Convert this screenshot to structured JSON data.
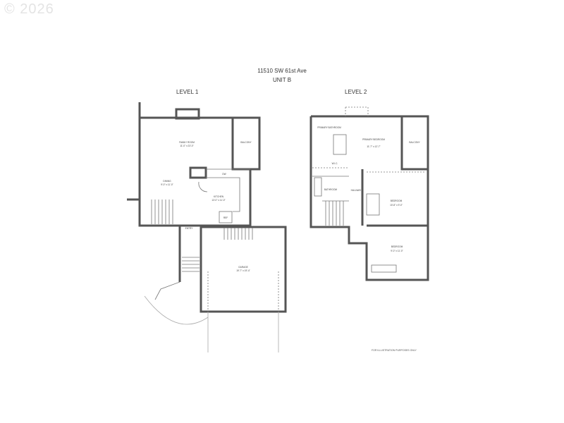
{
  "watermark": "© 2026",
  "header": {
    "address": "11510 SW 61st Ave",
    "unit": "UNIT B"
  },
  "levels": [
    {
      "title": "LEVEL 1",
      "rooms": [
        {
          "name": "FAMILY ROOM",
          "size": "11'-0\" x 23'-0\""
        },
        {
          "name": "BALCONY",
          "size": ""
        },
        {
          "name": "DINING",
          "size": "9'-0\" x 11'-0\""
        },
        {
          "name": "KITCHEN",
          "size": "13'-0\" x 11'-0\""
        },
        {
          "name": "DW",
          "size": ""
        },
        {
          "name": "REF",
          "size": ""
        },
        {
          "name": "ENTRY",
          "size": ""
        },
        {
          "name": "GARAGE",
          "size": "19'-7\" x 19'-4\""
        }
      ]
    },
    {
      "title": "LEVEL 2",
      "rooms": [
        {
          "name": "PRIMARY BATHROOM",
          "size": ""
        },
        {
          "name": "PRIMARY BEDROOM",
          "size": "11'-7\" x 12'-7\""
        },
        {
          "name": "BALCONY",
          "size": ""
        },
        {
          "name": "W.I.C.",
          "size": ""
        },
        {
          "name": "BATHROOM",
          "size": ""
        },
        {
          "name": "HALLWAY",
          "size": ""
        },
        {
          "name": "BEDROOM",
          "size": "10'-8\" x 9'-0\""
        },
        {
          "name": "BEDROOM",
          "size": "9'-0\" x 11'-0\""
        }
      ]
    }
  ],
  "footer_note": "FOR ILLUSTRATION PURPOSES ONLY",
  "colors": {
    "wall": "#555555",
    "line": "#999999"
  }
}
